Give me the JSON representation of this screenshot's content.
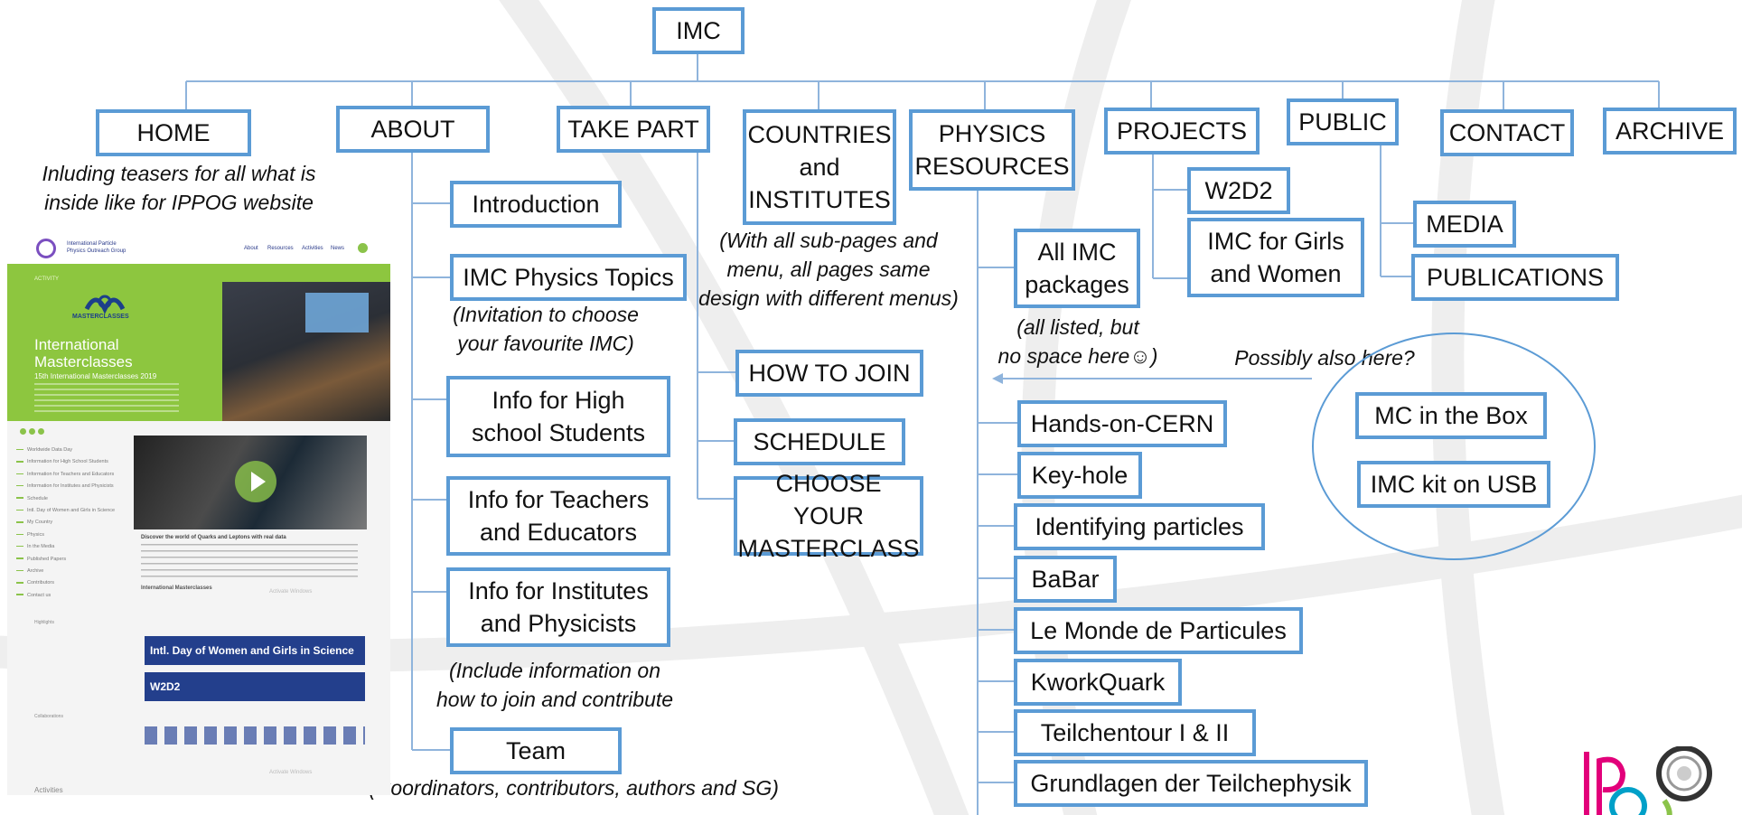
{
  "root": {
    "label": "IMC"
  },
  "nav": {
    "home": "HOME",
    "about": "ABOUT",
    "take_part": "TAKE PART",
    "countries": "COUNTRIES\nand\nINSTITUTES",
    "physics_resources": "PHYSICS\nRESOURCES",
    "projects": "PROJECTS",
    "public": "PUBLIC",
    "contact": "CONTACT",
    "archive": "ARCHIVE"
  },
  "notes": {
    "home": "Inluding teasers for all what is\ninside like for IPPOG website",
    "physics_topics": "(Invitation to choose\nyour favourite IMC)",
    "countries": "(With all sub-pages and\nmenu, all pages same\ndesign with different menus)",
    "packages": "(all listed, but\nno space here☺)",
    "possibly": "Possibly also here?",
    "include": "(Include information on\nhow to join and contribute",
    "team": "(Coordinators, contributors, authors  and SG)"
  },
  "about_children": [
    "Introduction",
    "IMC Physics Topics",
    "Info for High\nschool Students",
    "Info for Teachers\nand Educators",
    "Info for Institutes\nand Physicists",
    "Team"
  ],
  "take_part_children": [
    "HOW TO JOIN",
    "SCHEDULE",
    "CHOOSE YOUR\nMASTERCLASS"
  ],
  "physics_children": [
    "All IMC\npackages",
    "Hands-on-CERN",
    "Key-hole",
    "Identifying particles",
    "BaBar",
    "Le Monde de Particules",
    "KworkQuark",
    "Teilchentour I & II",
    "Grundlagen der Teilchephysik"
  ],
  "projects_children": [
    "W2D2",
    "IMC for Girls\nand Women"
  ],
  "public_children": [
    "MEDIA",
    "PUBLICATIONS"
  ],
  "possible_items": [
    "MC in the Box",
    "IMC kit on USB"
  ],
  "thumbnail": {
    "org": "International Particle\nPhysics Outreach Group",
    "nav": [
      "About",
      "Resources",
      "Activities",
      "News"
    ],
    "activity": "ACTIVITY",
    "logo_text": "MASTERCLASSES",
    "title": "International\nMasterclasses",
    "subtitle": "15th International Masterclasses 2019",
    "sidebar": [
      "Worldwide Data Day",
      "Information for High School Students",
      "Information for Teachers and Educators",
      "Information for Institutes and Physicists",
      "Schedule",
      "Intl. Day of Women and Girls in Science",
      "My Country",
      "Physics",
      "In the Media",
      "Published Papers",
      "Archive",
      "Contributors",
      "Contact us"
    ],
    "discover": "Discover the world of Quarks and Leptons with real data",
    "im_label": "International Masterclasses",
    "highlights": "Highlights",
    "banner1": "Intl. Day of Women and Girls in Science",
    "banner2": "W2D2",
    "collaborations": "Collaborations",
    "footer": "Activities",
    "watermark": "Activate Windows"
  },
  "colors": {
    "box_border": "#5b9bd5",
    "connector": "#8fb4dc",
    "bg_arcs": "#ececec"
  }
}
